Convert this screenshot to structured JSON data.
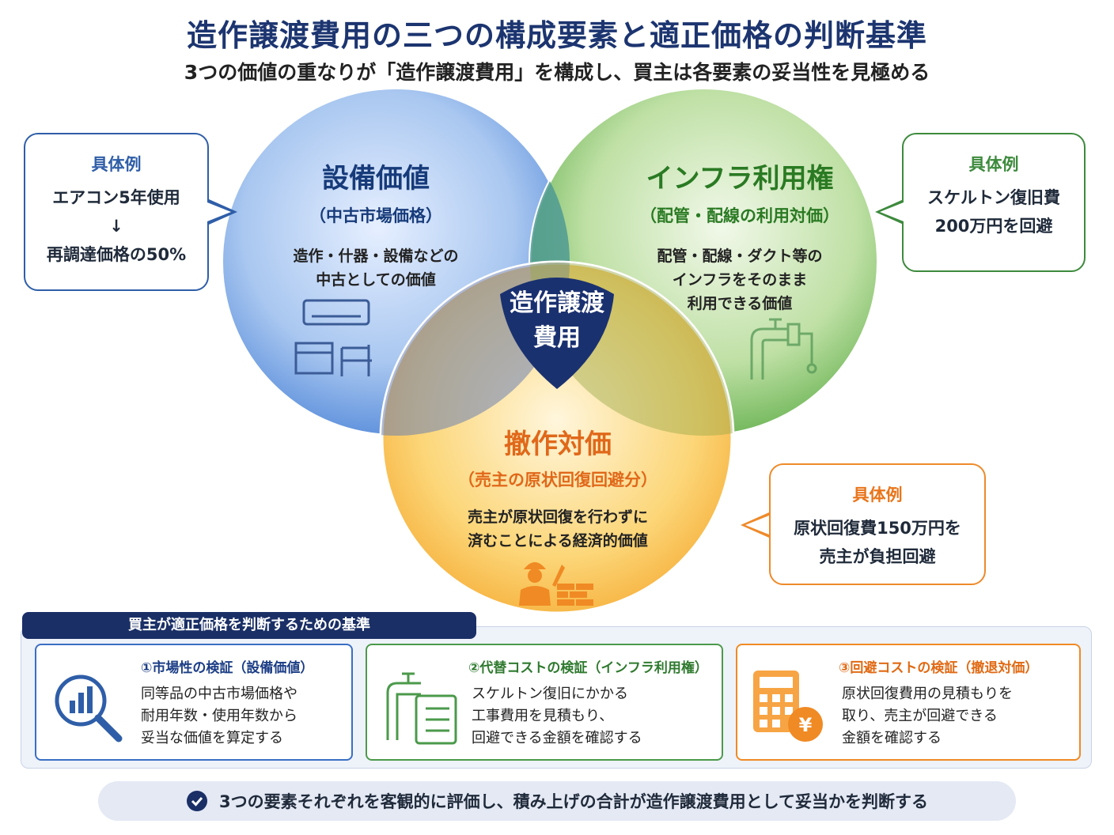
{
  "title": "造作譲渡費用の三つの構成要素と適正価格の判断基準",
  "subtitle": "3つの価値の重なりが「造作譲渡費用」を構成し、買主は各要素の妥当性を見極める",
  "center": {
    "line1": "造作譲渡",
    "line2": "費用"
  },
  "circles": {
    "equipment": {
      "heading": "設備価値",
      "sub": "（中古市場価格）",
      "desc1": "造作・什器・設備などの",
      "desc2": "中古としての価値",
      "icon": "aircon-furniture-icon",
      "color": "#2f66b8"
    },
    "infra": {
      "heading": "インフラ利用権",
      "sub": "（配管・配線の利用対価）",
      "desc1": "配管・配線・ダクト等の",
      "desc2": "インフラをそのまま",
      "desc3": "利用できる価値",
      "icon": "pipe-faucet-icon",
      "color": "#2f8a2f"
    },
    "removal": {
      "heading": "撤作対価",
      "sub": "（売主の原状回復回避分）",
      "desc1": "売主が原状回復を行わずに",
      "desc2": "済むことによる経済的価値",
      "icon": "worker-bricks-icon",
      "color": "#e8751a"
    }
  },
  "callouts": {
    "left": {
      "label": "具体例",
      "line1": "エアコン5年使用",
      "arrow": "↓",
      "line2": "再調達価格の50%"
    },
    "right": {
      "label": "具体例",
      "line1": "スケルトン復旧費",
      "line2": "200万円を回避"
    },
    "bottom": {
      "label": "具体例",
      "line1": "原状回復費150万円を",
      "line2": "売主が負担回避"
    }
  },
  "criteria": {
    "header": "買主が適正価格を判断するための基準",
    "cards": [
      {
        "title": "①市場性の検証（設備価値）",
        "line1": "同等品の中古市場価格や",
        "line2": "耐用年数・使用年数から",
        "line3": "妥当な価値を算定する",
        "icon": "magnifier-chart-icon"
      },
      {
        "title": "②代替コストの検証（インフラ利用権）",
        "line1": "スケルトン復旧にかかる",
        "line2": "工事費用を見積もり、",
        "line3": "回避できる金額を確認する",
        "icon": "pipe-checklist-icon"
      },
      {
        "title": "③回避コストの検証（撤退対価）",
        "line1": "原状回復費用の見積もりを",
        "line2": "取り、売主が回避できる",
        "line3": "金額を確認する",
        "icon": "calculator-yen-icon"
      }
    ]
  },
  "footer": "3つの要素それぞれを客観的に評価し、積み上げの合計が造作譲渡費用として妥当かを判断する",
  "colors": {
    "navy": "#1c3570",
    "blue": "#2f66b8",
    "green": "#2f8a2f",
    "orange": "#e8751a"
  }
}
